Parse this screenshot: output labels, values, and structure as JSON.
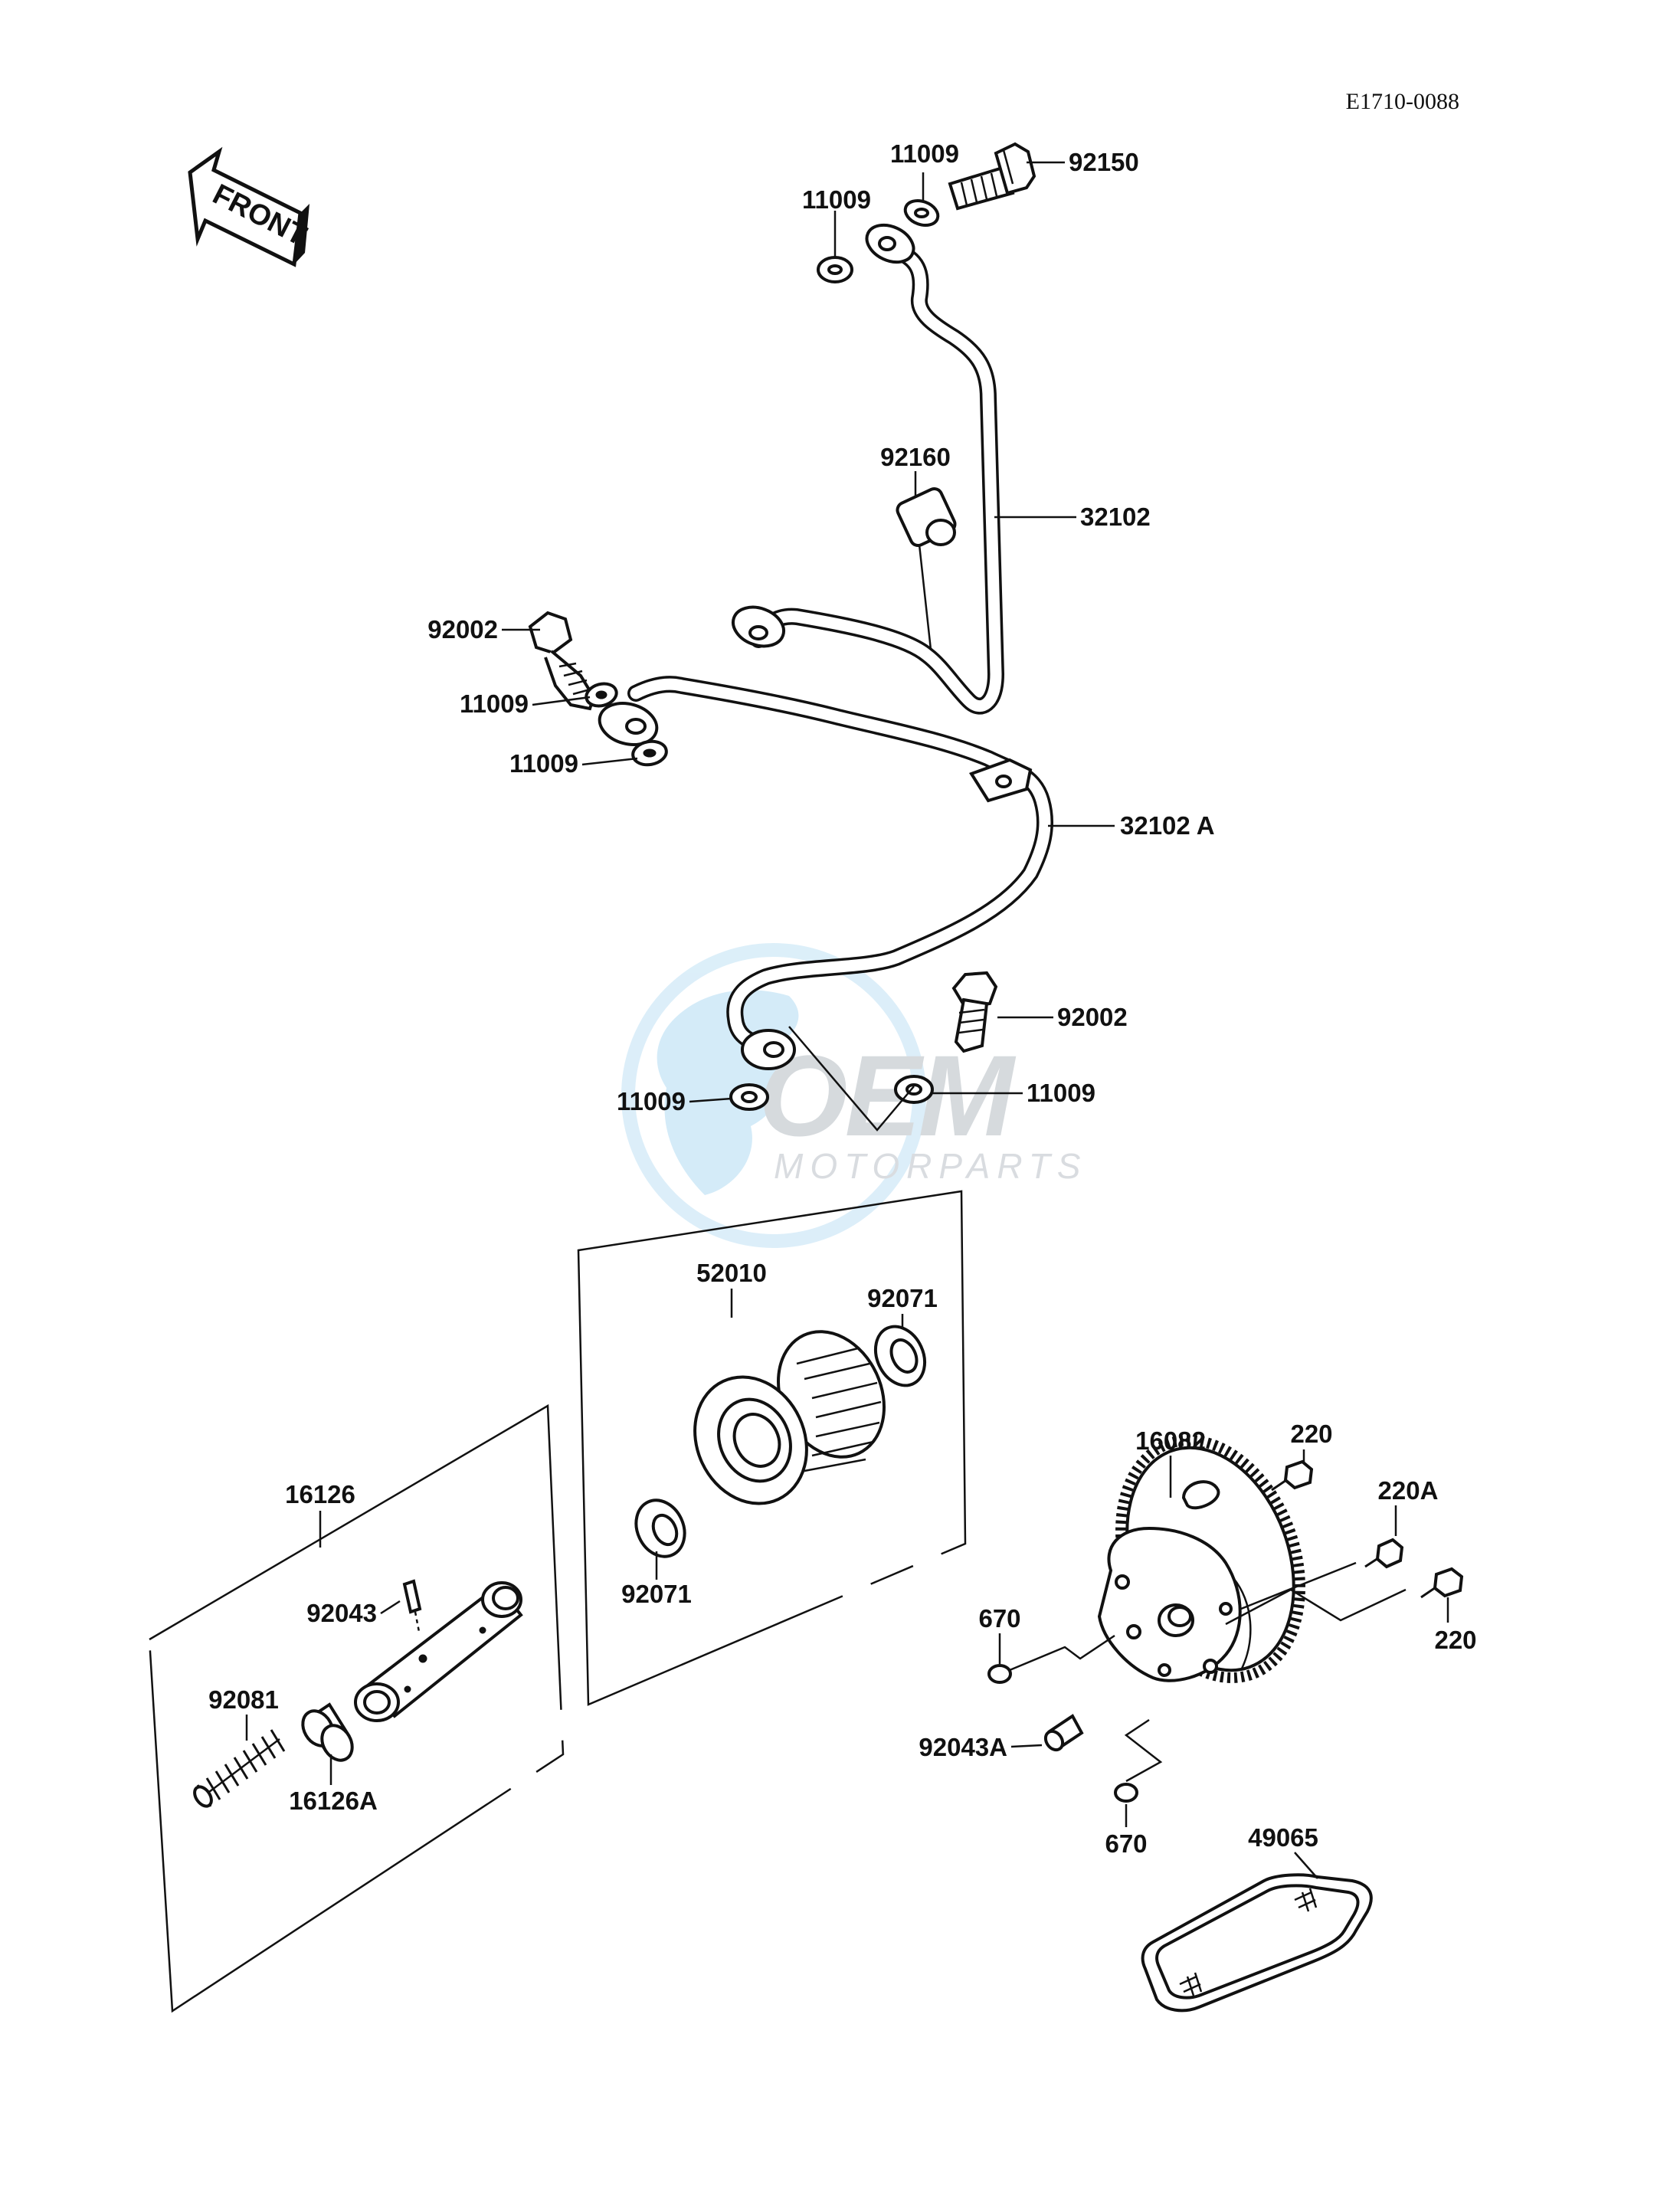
{
  "diagram_code": "E1710-0088",
  "front_arrow_text": "FRONT",
  "watermark": {
    "brand": "OEM",
    "tagline": "MOTORPARTS"
  },
  "part_labels": {
    "p92150": "92150",
    "p11009_top_right": "11009",
    "p11009_top_left": "11009",
    "p92160": "92160",
    "p32102": "32102",
    "p92002_upper": "92002",
    "p11009_mid_upper": "11009",
    "p11009_mid_lower": "11009",
    "p32102A": "32102 A",
    "p92002_lower": "92002",
    "p11009_bottom_left": "11009",
    "p11009_bottom_right": "11009",
    "p52010": "52010",
    "p92071_upper": "92071",
    "p92071_lower": "92071",
    "p16126": "16126",
    "p92043": "92043",
    "p92081": "92081",
    "p16126A": "16126A",
    "p16082": "16082",
    "p220_top": "220",
    "p220A": "220A",
    "p220_bottom": "220",
    "p670_upper": "670",
    "p670_lower": "670",
    "p92043A": "92043A",
    "p49065": "49065"
  }
}
